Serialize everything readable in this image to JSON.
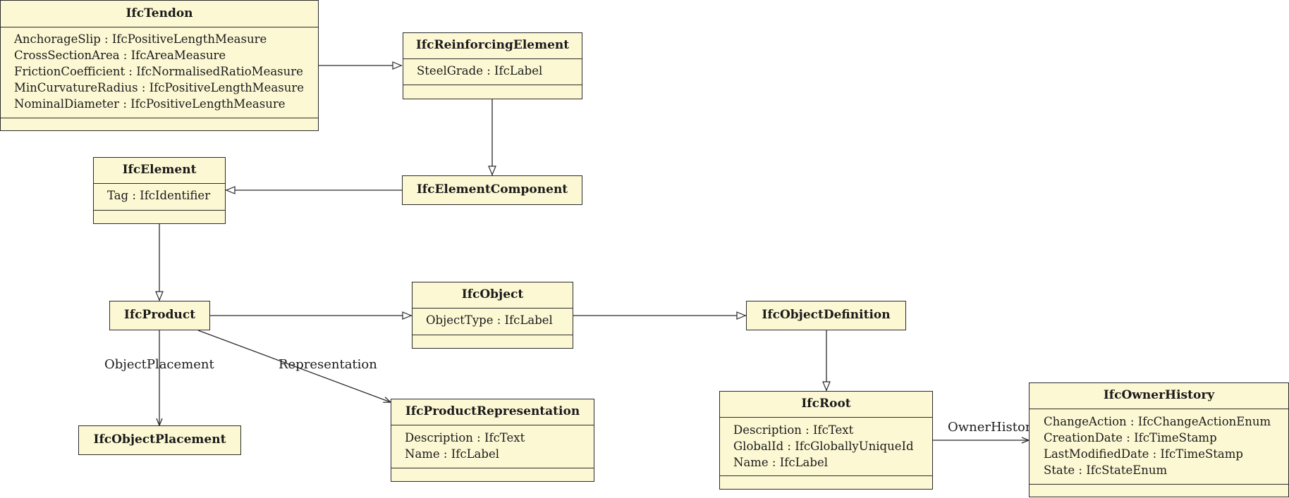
{
  "diagram": {
    "colors": {
      "box_fill": "#fdf8d4",
      "stroke": "#2a2a2a"
    },
    "classes": {
      "tendon": {
        "name": "IfcTendon",
        "attributes": [
          "AnchorageSlip : IfcPositiveLengthMeasure",
          "CrossSectionArea : IfcAreaMeasure",
          "FrictionCoefficient : IfcNormalisedRatioMeasure",
          "MinCurvatureRadius : IfcPositiveLengthMeasure",
          "NominalDiameter : IfcPositiveLengthMeasure"
        ]
      },
      "reinforcing_element": {
        "name": "IfcReinforcingElement",
        "attributes": [
          "SteelGrade : IfcLabel"
        ]
      },
      "element": {
        "name": "IfcElement",
        "attributes": [
          "Tag : IfcIdentifier"
        ]
      },
      "element_component": {
        "name": "IfcElementComponent"
      },
      "product": {
        "name": "IfcProduct"
      },
      "object": {
        "name": "IfcObject",
        "attributes": [
          "ObjectType : IfcLabel"
        ]
      },
      "object_definition": {
        "name": "IfcObjectDefinition"
      },
      "object_placement": {
        "name": "IfcObjectPlacement"
      },
      "product_representation": {
        "name": "IfcProductRepresentation",
        "attributes": [
          "Description : IfcText",
          "Name : IfcLabel"
        ]
      },
      "root": {
        "name": "IfcRoot",
        "attributes": [
          "Description : IfcText",
          "GlobalId : IfcGloballyUniqueId",
          "Name : IfcLabel"
        ]
      },
      "owner_history": {
        "name": "IfcOwnerHistory",
        "attributes": [
          "ChangeAction : IfcChangeActionEnum",
          "CreationDate : IfcTimeStamp",
          "LastModifiedDate : IfcTimeStamp",
          "State : IfcStateEnum"
        ]
      }
    },
    "edges": {
      "tendon_to_reinforcing": {
        "kind": "generalization"
      },
      "reinforcing_to_component": {
        "kind": "generalization"
      },
      "component_to_element": {
        "kind": "generalization"
      },
      "element_to_product": {
        "kind": "generalization"
      },
      "product_to_object": {
        "kind": "generalization"
      },
      "object_to_definition": {
        "kind": "generalization"
      },
      "definition_to_root": {
        "kind": "generalization"
      },
      "product_to_placement": {
        "kind": "association",
        "label": "ObjectPlacement"
      },
      "product_to_representation": {
        "kind": "association",
        "label": "Representation"
      },
      "root_to_owner_history": {
        "kind": "association",
        "label": "OwnerHistory"
      }
    }
  }
}
